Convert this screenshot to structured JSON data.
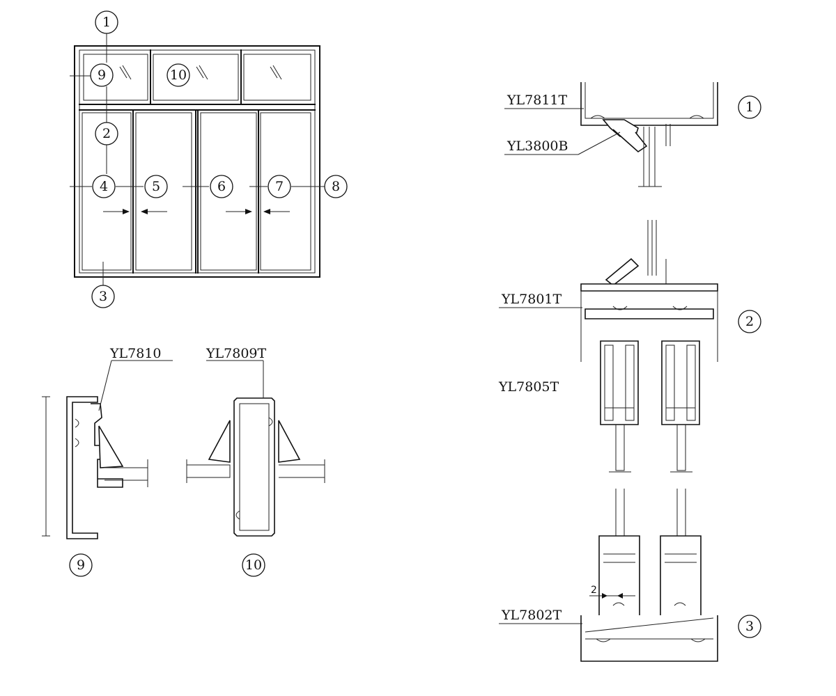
{
  "elevation": {
    "callouts": [
      "1",
      "9",
      "10",
      "2",
      "4",
      "5",
      "6",
      "7",
      "8",
      "3"
    ]
  },
  "section_callouts": [
    "1",
    "2",
    "3"
  ],
  "detail_callouts": [
    "9",
    "10"
  ],
  "profiles": {
    "top": [
      "YL7811T",
      "YL3800B"
    ],
    "middle": [
      "YL7801T",
      "YL7805T"
    ],
    "bottom": [
      "YL7802T"
    ],
    "detail_9": "YL7810",
    "detail_10": "YL7809T"
  },
  "dimension": "2"
}
